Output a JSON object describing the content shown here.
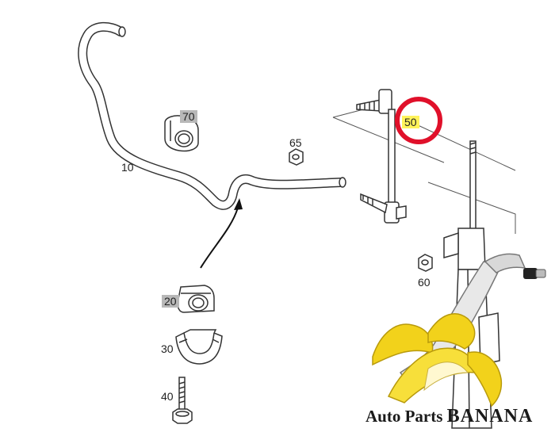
{
  "diagram": {
    "callouts": {
      "stabilizer_bar": "10",
      "bracket": "20",
      "bushing": "30",
      "bolt": "40",
      "link": "50",
      "nut_60": "60",
      "nut_65": "65",
      "bushing_70": "70"
    },
    "highlight_color": "#e0102a",
    "label_highlight_yellow": "#fff35a",
    "label_highlight_gray": "#b8b8b8"
  },
  "watermark": {
    "brand_part1": "Auto Parts",
    "brand_part2": "BANANA",
    "banana_color": "#f2d21b",
    "banana_dark": "#b89a0c"
  }
}
